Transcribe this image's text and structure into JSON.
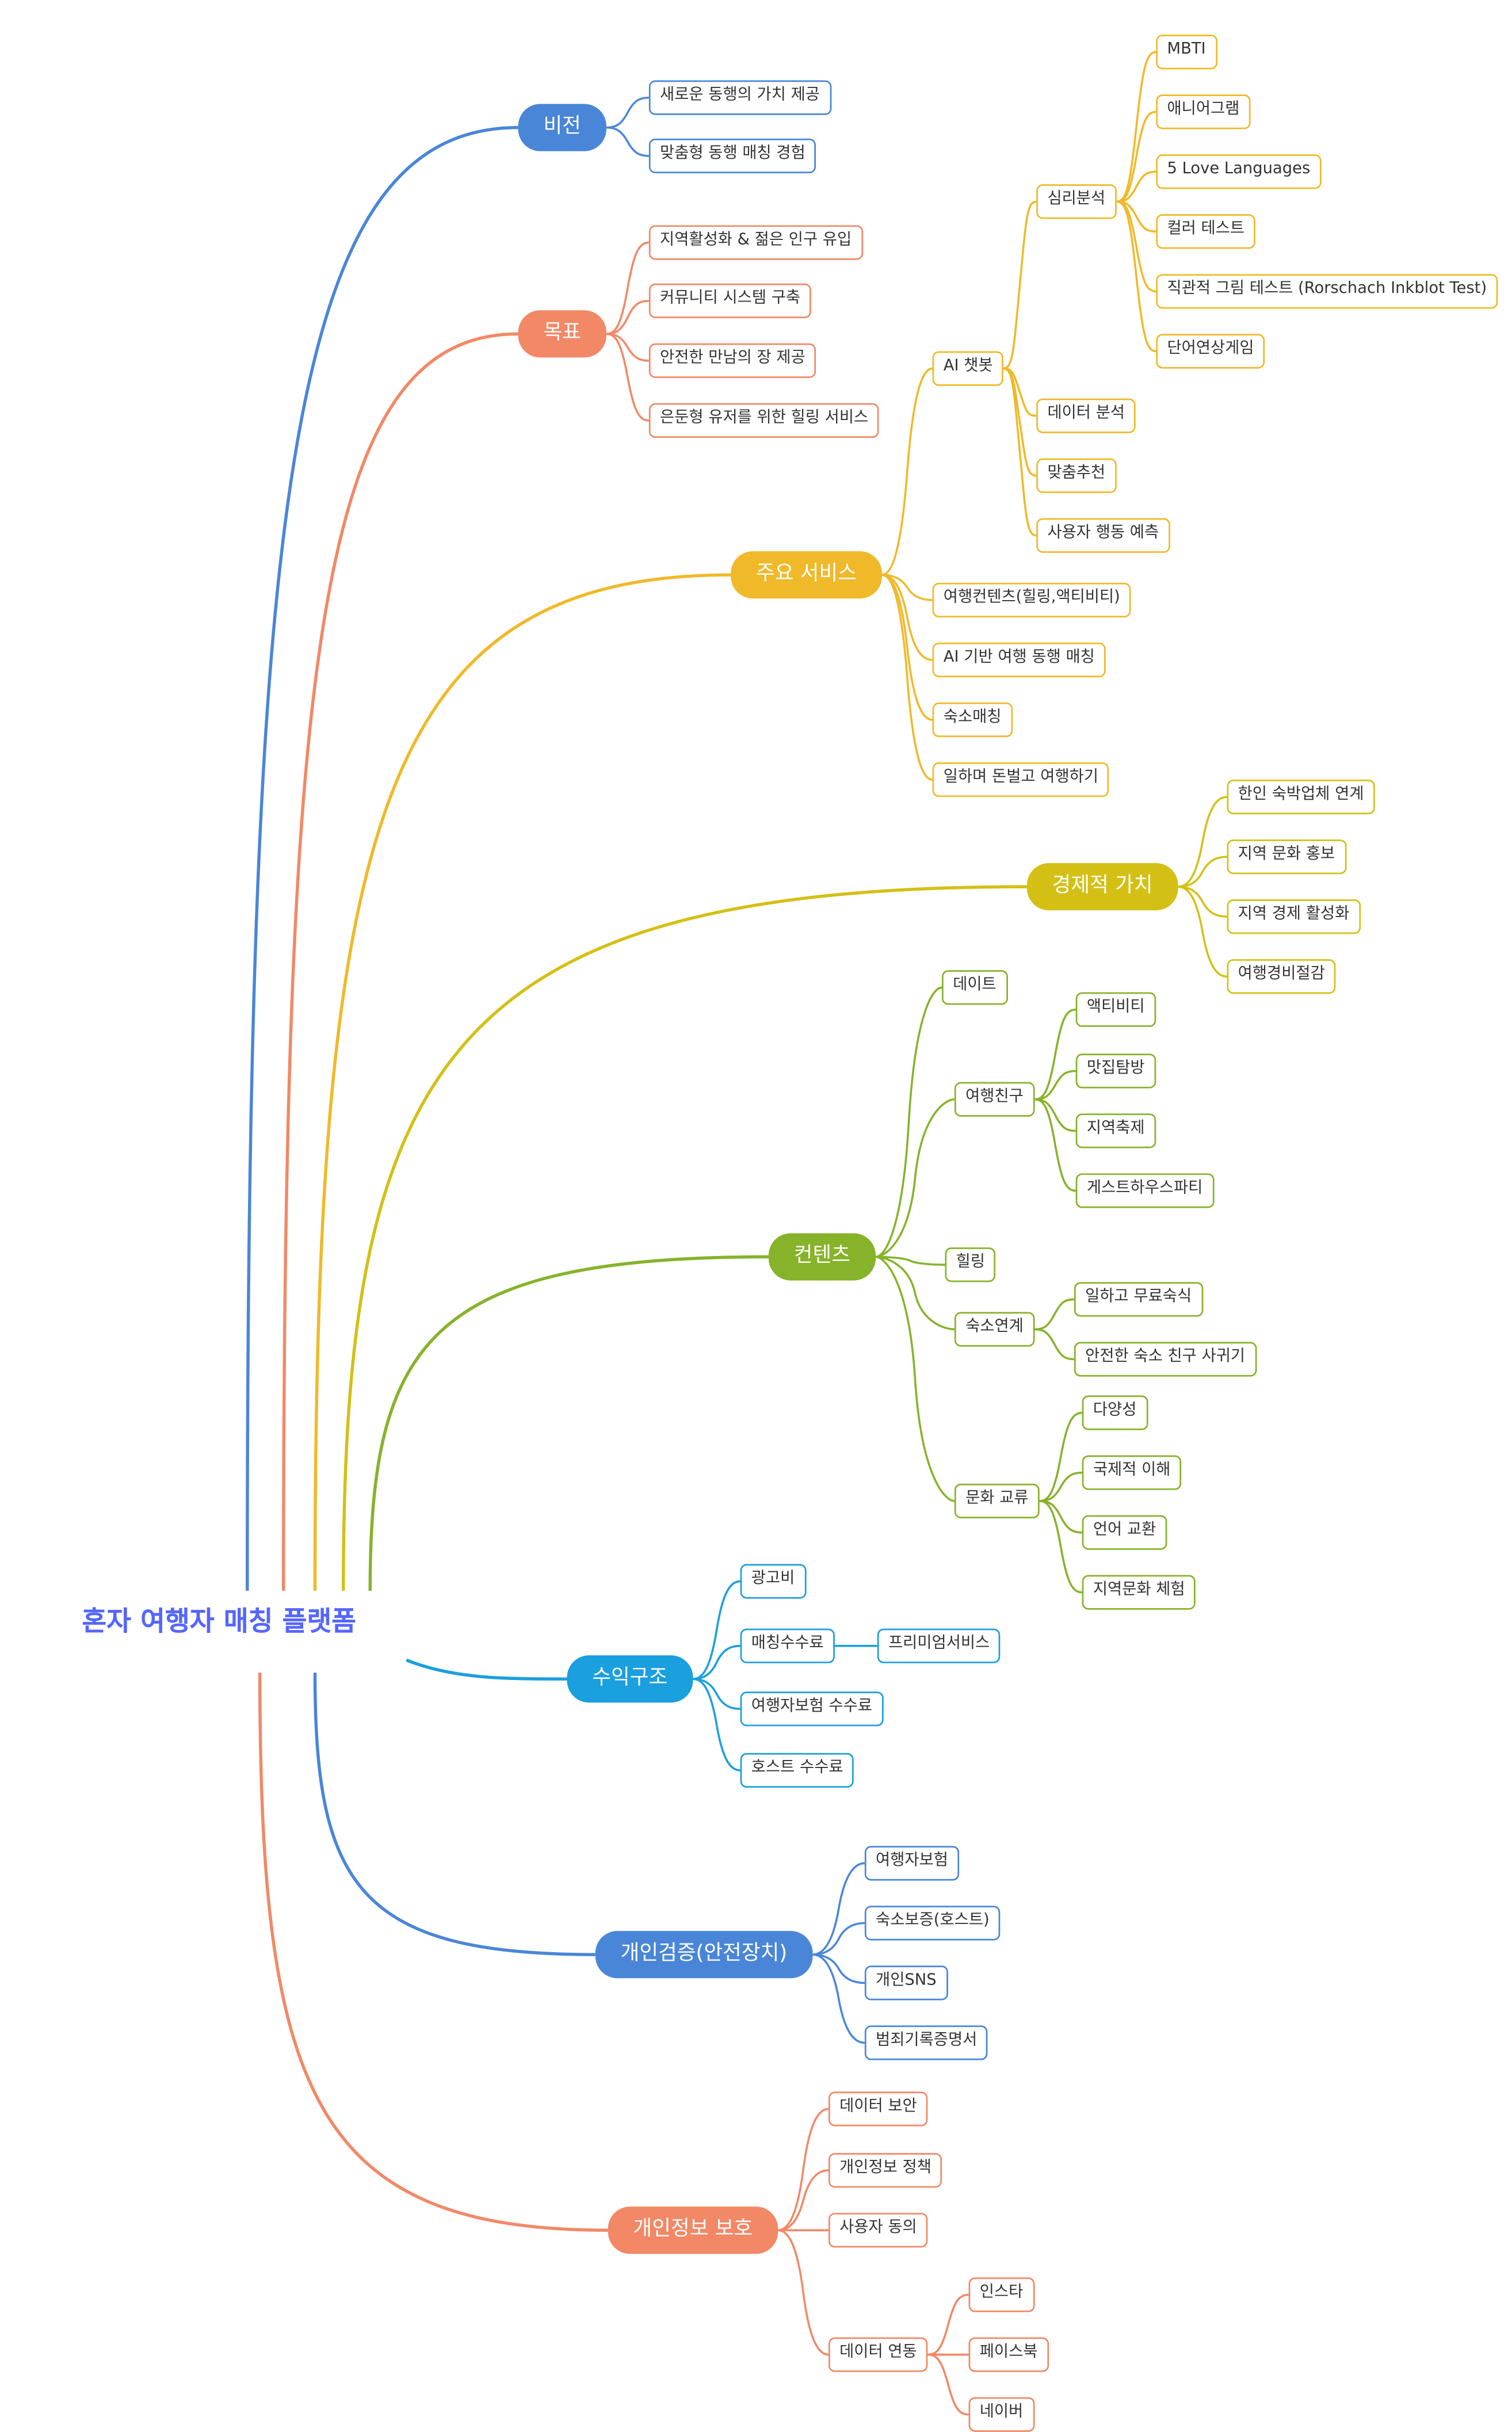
{
  "title": "혼자 여행자 매칭 플랫폼",
  "colors": {
    "title": "#5566ff",
    "blue": "#4a86d8",
    "orange": "#f28866",
    "yellow": "#f0b929",
    "olive": "#d4c015",
    "green": "#86b32a",
    "cyan": "#1a9fdf"
  },
  "branches": {
    "vision": {
      "label": "비전",
      "children": [
        "새로운 동행의 가치 제공",
        "맞춤형 동행 매칭 경험"
      ]
    },
    "goals": {
      "label": "목표",
      "children": [
        "지역활성화 & 젊은 인구 유입",
        "커뮤니티 시스템 구축",
        "안전한 만남의 장 제공",
        "은둔형 유저를 위한 힐링 서비스"
      ]
    },
    "services": {
      "label": "주요 서비스",
      "chatbot": {
        "label": "AI 챗봇",
        "psych": {
          "label": "심리분석",
          "children": [
            "MBTI",
            "애니어그램",
            "5 Love Languages",
            "컬러 테스트",
            "직관적 그림 테스트 (Rorschach Inkblot Test)",
            "단어연상게임"
          ]
        },
        "children": [
          "데이터 분석",
          "맞춤추천",
          "사용자 행동 예측"
        ]
      },
      "children": [
        "여행컨텐츠(힐링,액티비티)",
        "AI 기반 여행 동행 매칭",
        "숙소매칭",
        "일하며 돈벌고 여행하기"
      ]
    },
    "economic": {
      "label": "경제적 가치",
      "children": [
        "한인 숙박업체 연계",
        "지역 문화 홍보",
        "지역 경제 활성화",
        "여행경비절감"
      ]
    },
    "contents": {
      "label": "컨텐츠",
      "date": "데이트",
      "friend": {
        "label": "여행친구",
        "children": [
          "액티비티",
          "맛집탐방",
          "지역축제",
          "게스트하우스파티"
        ]
      },
      "healing": "힐링",
      "lodging": {
        "label": "숙소연계",
        "children": [
          "일하고 무료숙식",
          "안전한 숙소 친구 사귀기"
        ]
      },
      "culture": {
        "label": "문화 교류",
        "children": [
          "다양성",
          "국제적 이해",
          "언어 교환",
          "지역문화 체험"
        ]
      }
    },
    "revenue": {
      "label": "수익구조",
      "ads": "광고비",
      "matching_fee": {
        "label": "매칭수수료",
        "child": "프리미엄서비스"
      },
      "children": [
        "여행자보험 수수료",
        "호스트 수수료"
      ]
    },
    "verification": {
      "label": "개인검증(안전장치)",
      "children": [
        "여행자보험",
        "숙소보증(호스트)",
        "개인SNS",
        "범죄기록증명서"
      ]
    },
    "privacy": {
      "label": "개인정보 보호",
      "children": [
        "데이터 보안",
        "개인정보 정책",
        "사용자 동의"
      ],
      "integration": {
        "label": "데이터 연동",
        "children": [
          "인스타",
          "페이스북",
          "네이버"
        ]
      }
    }
  }
}
